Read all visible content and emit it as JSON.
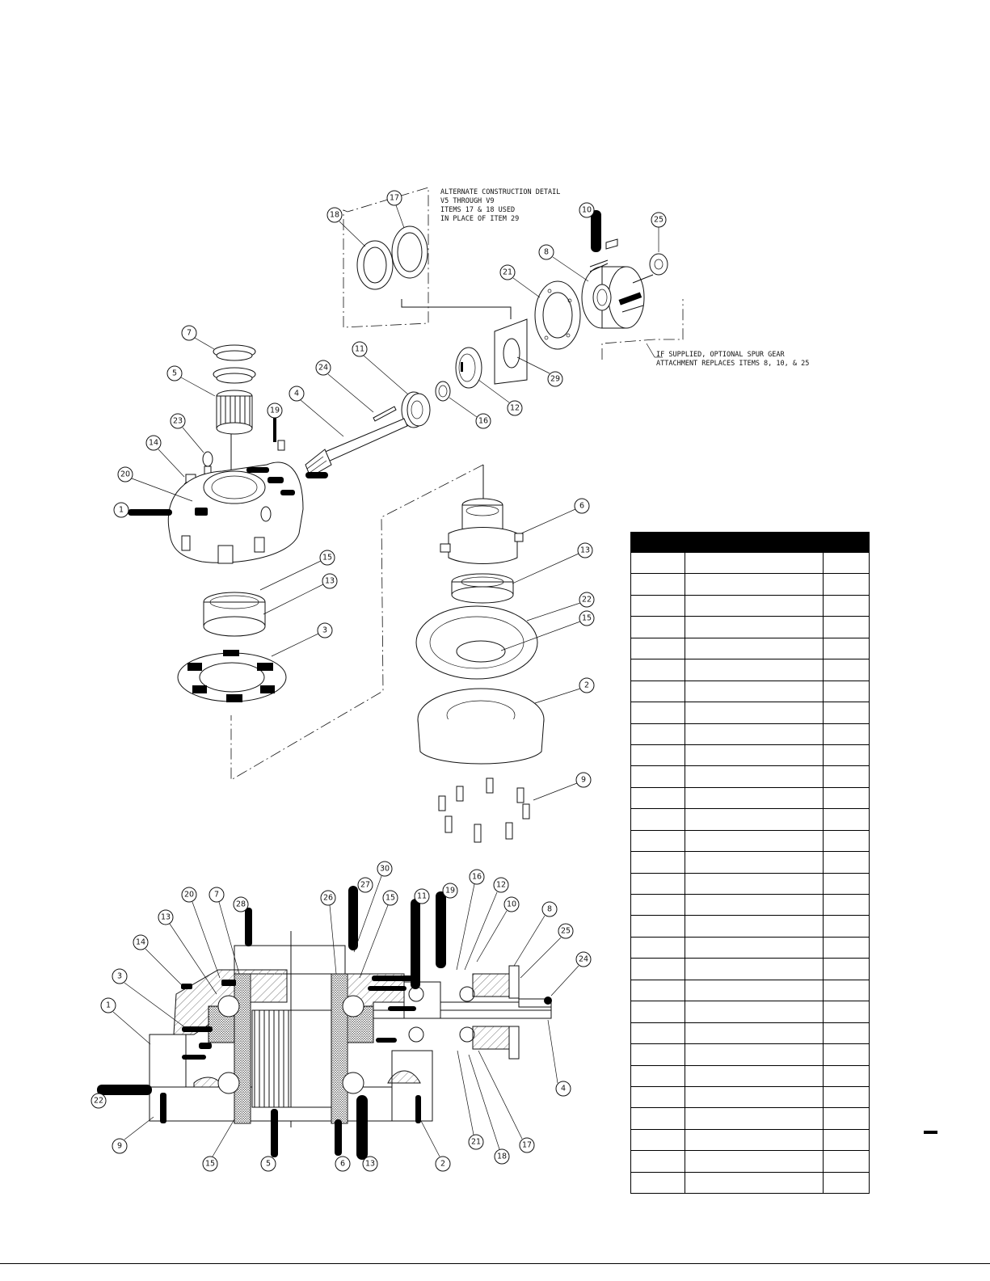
{
  "notes": {
    "alternate_construction": [
      "ALTERNATE CONSTRUCTION DETAIL",
      "V5 THROUGH V9",
      "ITEMS 17 & 18 USED",
      "IN PLACE OF ITEM 29"
    ],
    "spur_gear": [
      "IF SUPPLIED, OPTIONAL SPUR GEAR",
      "ATTACHMENT REPLACES ITEMS 8, 10, & 25"
    ]
  },
  "callouts_exploded": [
    "18",
    "17",
    "10",
    "25",
    "8",
    "21",
    "29",
    "7",
    "5",
    "24",
    "4",
    "11",
    "16",
    "12",
    "19",
    "23",
    "14",
    "20",
    "1",
    "6",
    "13",
    "15",
    "13",
    "3",
    "22",
    "15",
    "2",
    "9"
  ],
  "callouts_section": [
    "30",
    "27",
    "20",
    "7",
    "28",
    "26",
    "15",
    "11",
    "19",
    "16",
    "12",
    "10",
    "8",
    "25",
    "13",
    "14",
    "3",
    "1",
    "24",
    "22",
    "4",
    "9",
    "15",
    "5",
    "6",
    "13",
    "2",
    "21",
    "18",
    "17"
  ],
  "parts_table": {
    "header": [
      "",
      "",
      ""
    ],
    "rows": 30
  },
  "colors": {
    "ink": "#000000",
    "paper": "#ffffff"
  }
}
